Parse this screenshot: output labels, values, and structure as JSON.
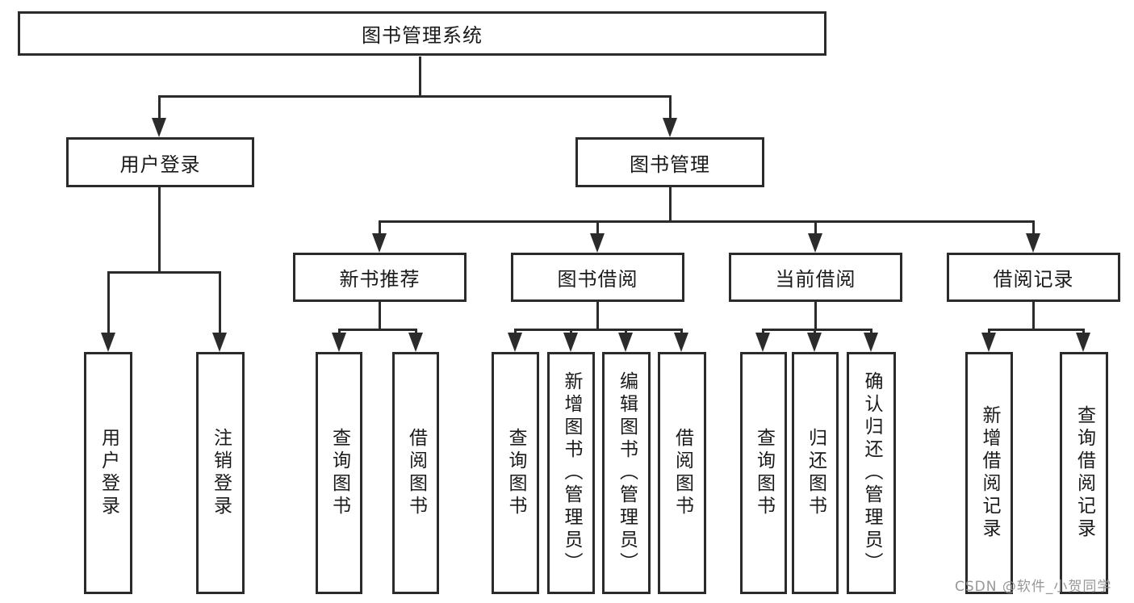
{
  "diagram": {
    "title_node": "图书管理系统",
    "root": {
      "label": "图书管理系统"
    },
    "level2": [
      {
        "label": "用户登录"
      },
      {
        "label": "图书管理"
      }
    ],
    "level3": [
      {
        "label": "新书推荐"
      },
      {
        "label": "图书借阅"
      },
      {
        "label": "当前借阅"
      },
      {
        "label": "借阅记录"
      }
    ],
    "leaves": {
      "login": [
        {
          "label": "用户登录"
        },
        {
          "label": "注销登录"
        }
      ],
      "newbook": [
        {
          "label": "查询图书"
        },
        {
          "label": "借阅图书"
        }
      ],
      "borrow": [
        {
          "label": "查询图书"
        },
        {
          "label": "新增图书（管理员）"
        },
        {
          "label": "编辑图书（管理员）"
        },
        {
          "label": "借阅图书"
        }
      ],
      "current": [
        {
          "label": "查询图书"
        },
        {
          "label": "归还图书"
        },
        {
          "label": "确认归还（管理员）"
        }
      ],
      "records": [
        {
          "label": "新增借阅记录"
        },
        {
          "label": "查询借阅记录"
        }
      ]
    }
  },
  "watermark": {
    "text": "CSDN @软件_小贺同学"
  },
  "colors": {
    "line": "#2b2b2b",
    "text": "#1a1a1a",
    "background": "#ffffff",
    "watermark": "#919191"
  }
}
